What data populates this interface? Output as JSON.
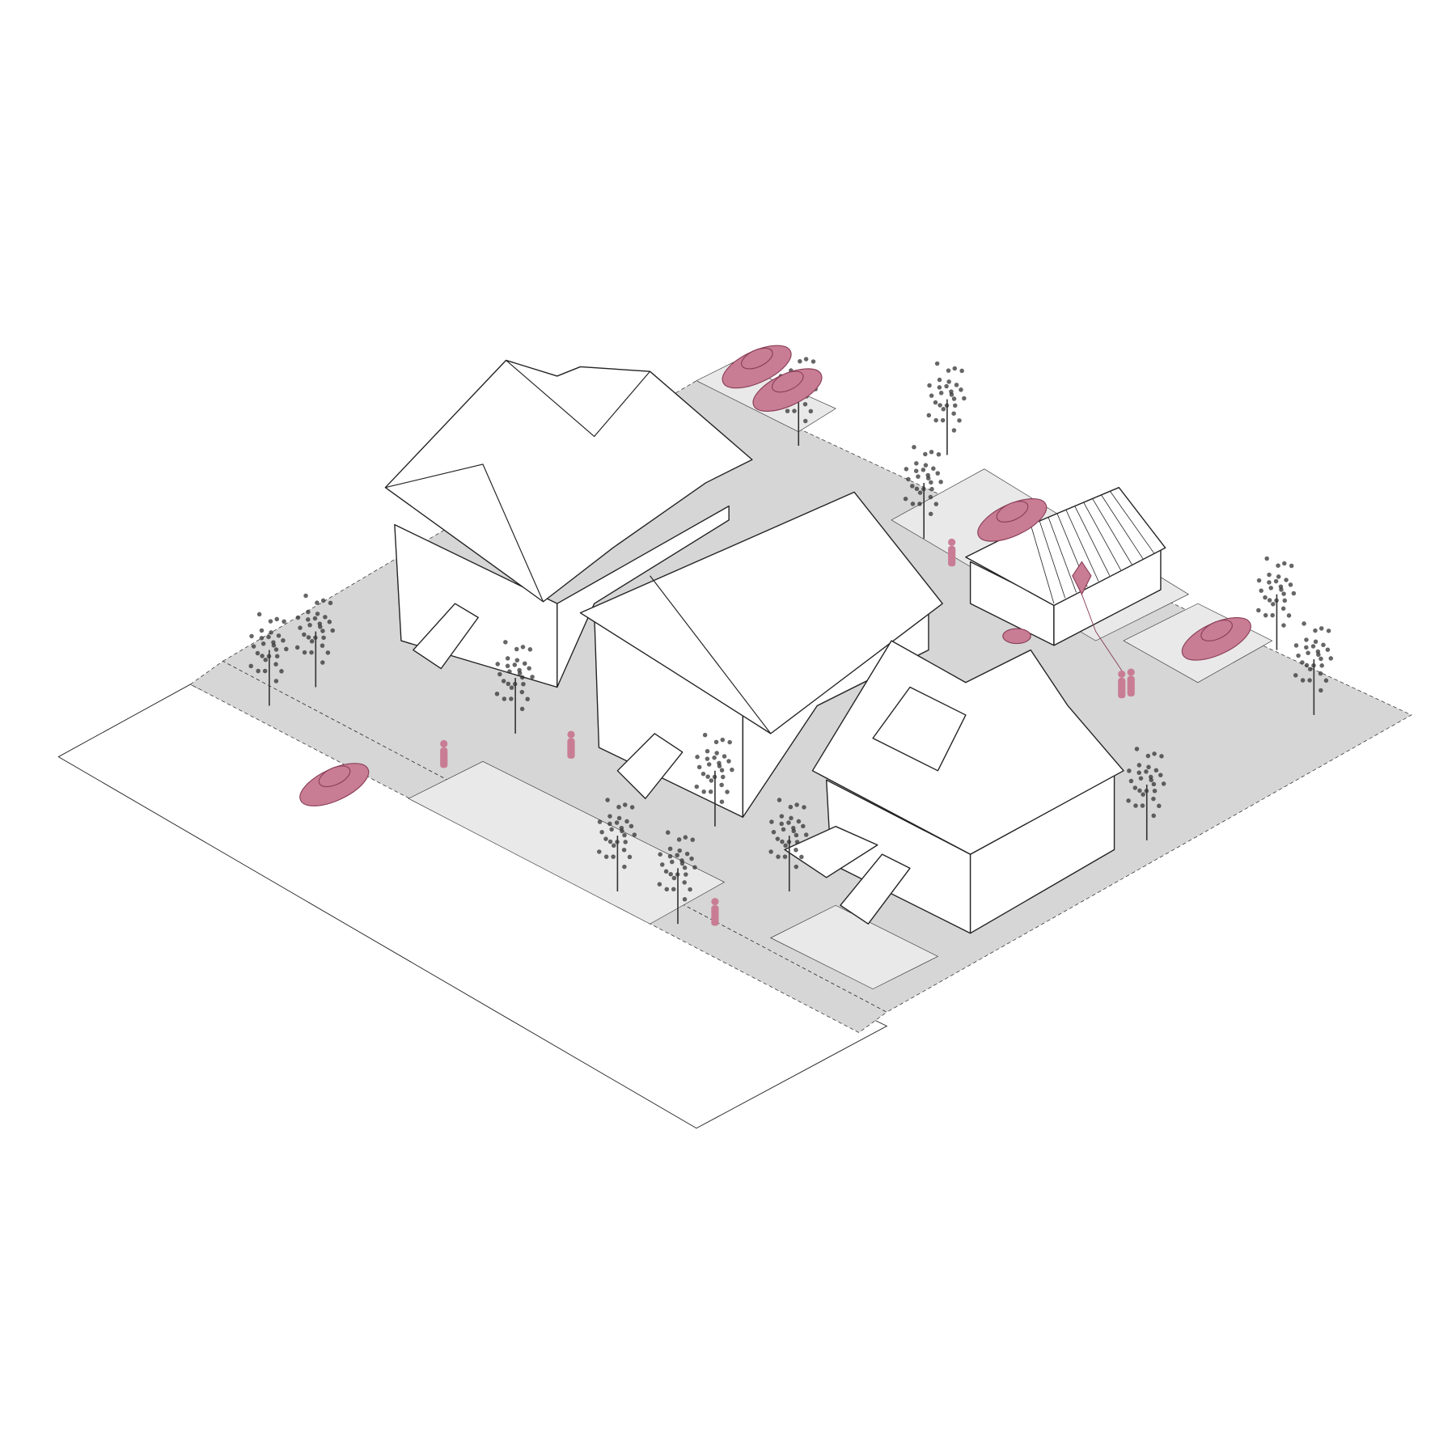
{
  "colors": {
    "background": "#ffffff",
    "street": "#ffffff",
    "lot_ground": "#d6d6d6",
    "paving": "#e9e9e9",
    "building": "#ffffff",
    "outline": "#222222",
    "vehicles_people": "#c97d95",
    "vehicle_outline": "#8a3f58",
    "trees": "#333333"
  },
  "scene": {
    "houses": [
      "craftsman-duplex",
      "infill-house",
      "bungalow-with-deck",
      "laneway-house"
    ],
    "cars": 5,
    "people": 6
  }
}
